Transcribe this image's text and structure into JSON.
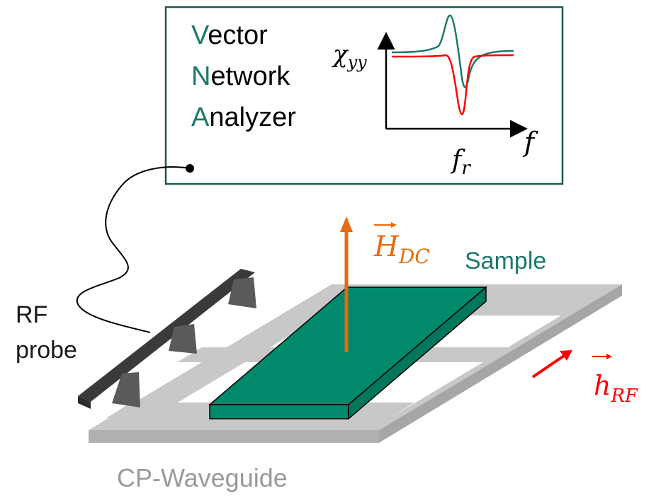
{
  "vna": {
    "letter_v": "V",
    "rest_v": "ector",
    "letter_n": "N",
    "rest_n": "etwork",
    "letter_a": "A",
    "rest_a": "nalyzer"
  },
  "inset_plot": {
    "y_label_main": "χ",
    "y_label_sub": "yy",
    "x_label": "f",
    "resonance_label_main": "f",
    "resonance_label_sub": "r",
    "curves": [
      {
        "name": "green-curve",
        "color": "#1a7a6a"
      },
      {
        "name": "red-curve",
        "color": "#ff0000"
      }
    ]
  },
  "labels": {
    "h_dc_main": "H",
    "h_dc_sub": "DC",
    "sample": "Sample",
    "h_rf_main": "h",
    "h_rf_sub": "RF",
    "rf_probe_line1": "RF",
    "rf_probe_line2": "probe",
    "waveguide": "CP-Waveguide"
  },
  "colors": {
    "accent_green": "#1a7a6a",
    "sample_fill": "#00896a",
    "h_dc": "#e86a10",
    "h_rf": "#ff0000",
    "waveguide": "#c8c8c8",
    "probe": "#3a3a3a",
    "caption_gray": "#9a9a9a"
  }
}
